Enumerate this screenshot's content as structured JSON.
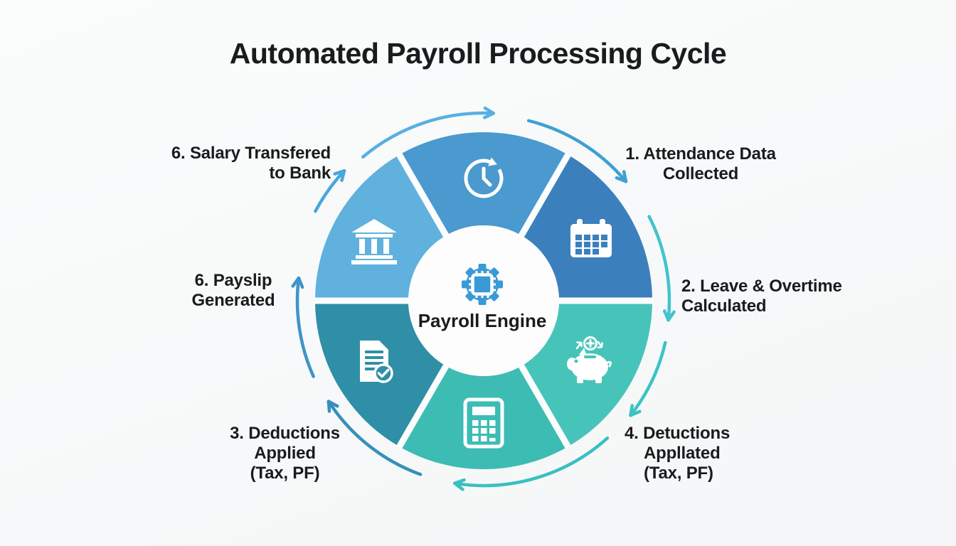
{
  "title": "Automated Payroll Processing Cycle",
  "center": {
    "label": "Payroll Engine",
    "icon": "gear-chip-icon",
    "icon_color": "#3a9ad7"
  },
  "colors": {
    "background": "#f7f8f8",
    "text": "#1a1b1d",
    "inner_circle": "#fdfdfd",
    "divider": "#fcfdfd"
  },
  "segments": [
    {
      "id": "attendance",
      "icon": "calendar-icon",
      "color": "#3b80bc",
      "a1": 0,
      "a2": 60
    },
    {
      "id": "time",
      "icon": "clock-history-icon",
      "color": "#4a99cf",
      "a1": 60,
      "a2": 120
    },
    {
      "id": "bank",
      "icon": "bank-icon",
      "color": "#60b1dd",
      "a1": 120,
      "a2": 180
    },
    {
      "id": "payslip",
      "icon": "document-check-icon",
      "color": "#2e8fa6",
      "a1": 180,
      "a2": 240
    },
    {
      "id": "calculation",
      "icon": "calculator-icon",
      "color": "#3dbcb4",
      "a1": 240,
      "a2": 300
    },
    {
      "id": "savings",
      "icon": "piggy-bank-icon",
      "color": "#47c4ba",
      "a1": 300,
      "a2": 360
    }
  ],
  "labels": [
    {
      "id": "step-1",
      "lines": [
        "1. Attendance Data",
        "Collected"
      ]
    },
    {
      "id": "step-2",
      "lines": [
        "2. Leave & Overtime",
        "Calculated"
      ]
    },
    {
      "id": "step-4",
      "lines": [
        "4. Detuctions",
        "Appllated",
        "(Tax, PF)"
      ]
    },
    {
      "id": "step-3",
      "lines": [
        "3. Deductions",
        "Applied",
        "(Tax, PF)"
      ]
    },
    {
      "id": "step-6-payslip",
      "lines": [
        "6. Payslip",
        "Generated"
      ]
    },
    {
      "id": "step-6-salary",
      "lines": [
        "6. Salary Transfered",
        "to Bank"
      ]
    }
  ],
  "arrows": [
    {
      "a1": 130,
      "a2": 87,
      "r": 264,
      "color": "#57b0e2"
    },
    {
      "a1": 76,
      "a2": 40,
      "r": 261,
      "color": "#3f9fd3"
    },
    {
      "a1": 27,
      "a2": -6,
      "r": 261,
      "color": "#41c3d0"
    },
    {
      "a1": -13,
      "a2": -38,
      "r": 262,
      "color": "#3dc3c4"
    },
    {
      "a1": -48,
      "a2": -99,
      "r": 260,
      "color": "#3abfc3"
    },
    {
      "a1": -110,
      "a2": -147,
      "r": 260,
      "color": "#3590bb"
    },
    {
      "a1": -156,
      "a2": -187,
      "r": 262,
      "color": "#3d95c7"
    },
    {
      "a1": 152,
      "a2": 137,
      "r": 268,
      "color": "#4aa6dd"
    }
  ]
}
